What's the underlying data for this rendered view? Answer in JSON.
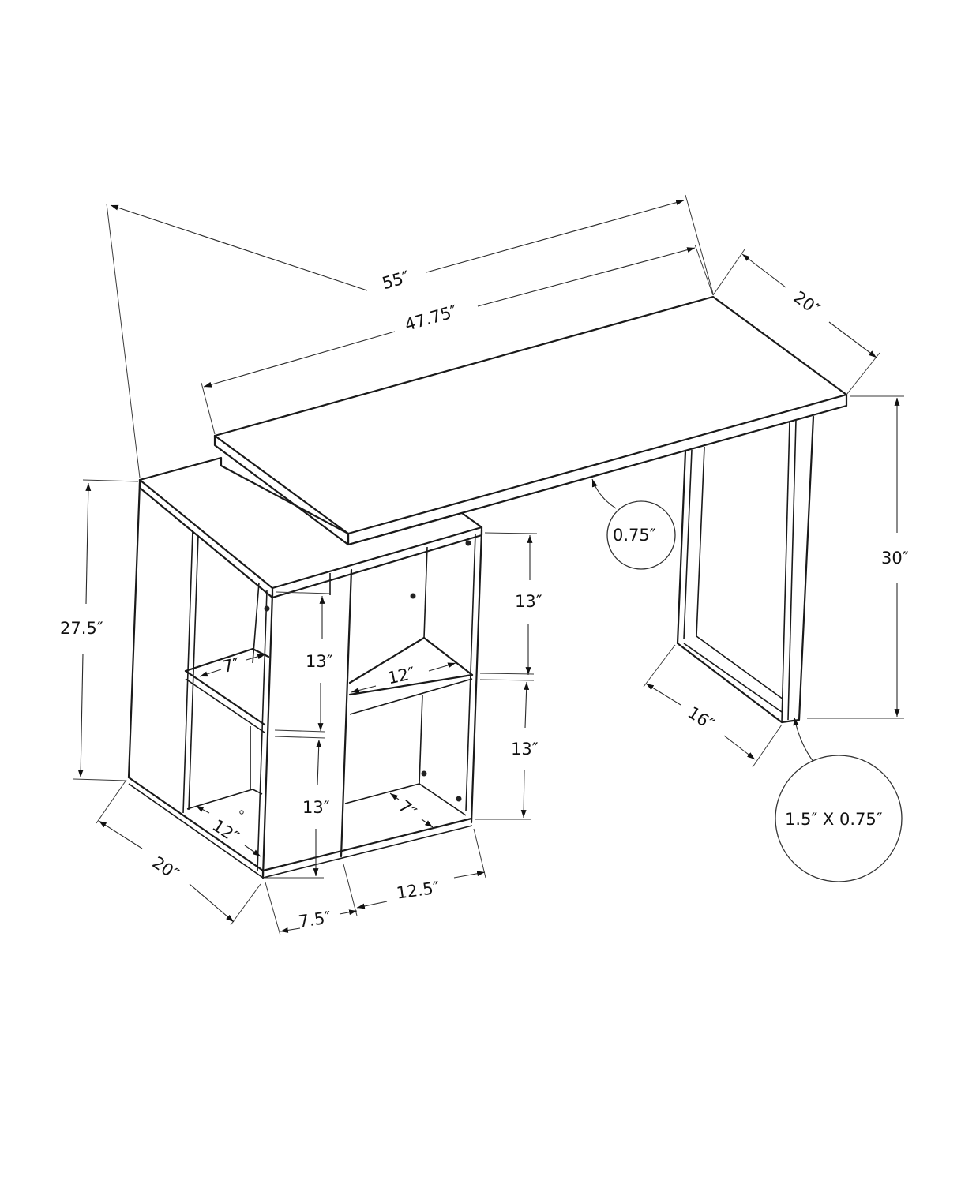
{
  "diagram": {
    "subject": "L-shaped computer desk with side bookcase and metal leg",
    "line_color": "#1a1a1a",
    "background": "#ffffff",
    "dimensions": {
      "overall_length": "55″",
      "desktop_length": "47.75″",
      "desktop_depth": "20″",
      "overall_height": "30″",
      "desktop_thickness": "0.75″",
      "leg_profile": "1.5″ X 0.75″",
      "leg_depth": "16″",
      "cabinet_height": "27.5″",
      "cabinet_depth": "20″",
      "shelf_upper_left_depth": "7″",
      "shelf_upper_right_width": "12″",
      "shelf_lower_left_width": "12″",
      "shelf_lower_right_depth": "7″",
      "inner_upper_height": "13″",
      "inner_lower_height": "13″",
      "outer_upper_height": "13″",
      "outer_lower_height": "13″",
      "front_left_width": "7.5″",
      "front_right_width": "12.5″"
    }
  }
}
